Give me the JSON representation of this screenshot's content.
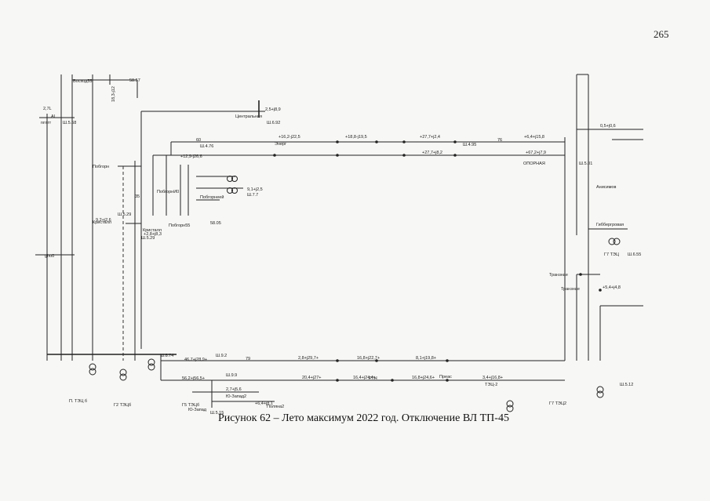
{
  "page_number": "265",
  "caption": "Рисунок 62 – Лето максимум 2022 год. Отключение ВЛ ТП-45",
  "diagram": {
    "nodes": {
      "centralnaya": "Центральная",
      "centralnaya_u": "Ш.6.92",
      "centralnaya_f": "2,5+j8,9",
      "pobornaya": "Побгорн",
      "podgornaya55": "Побгорн55",
      "podgornaya_410": "ПобгорнИ0",
      "podgornaya_new": "Побгорнеей",
      "kristall": "Кристалл",
      "kristall2": "Кристалл",
      "opornaya": "ОПОРНАЯ",
      "tranzit": "Транзнае",
      "tranzit2": "Транзнае",
      "ges": "Гиббергровая",
      "pl_tec": "П. ТЭЦ б",
      "g2_tec": "Г2 ТЭЦб",
      "g5_tec": "Г5 ТЭЦб",
      "g7_tec": "Г7 ТЭЦ2",
      "g7_tec_r": "Г7 ТЭЦ",
      "tec2": "ТЭЦ-2",
      "preas": "Преас",
      "rtn": "РТН",
      "ozero": "Ю-Запад2",
      "ozero2": "Ю-Запад",
      "polyan": "Полянa2",
      "energ": "Энерг",
      "ansimov": "Анисимов"
    },
    "labels": {
      "top_left_1": "Восход55",
      "top_left_2": "58.57",
      "top_left_3": "18,3-j12",
      "u1": "Ш.4.76",
      "u2": "Ш.5.29",
      "u3": "Ш.5.29",
      "u4": "Ш.4.95",
      "u5": "Ш.5.01",
      "u6": "Ш.8.74",
      "u7": "Ш.9.2",
      "u8": "Ш.9.9",
      "u9": "Ш.5.15",
      "u10": "Ш.5.12",
      "u11": "Ш.6.55",
      "u12": "58.05",
      "u13": "Ш.7.7",
      "f1": "+16,2-j22,5",
      "f2": "+18,8-j19,5",
      "f3": "+27,7+j2,4",
      "f4": "+6,4+j15,8",
      "f5": "+12,9-j26,6",
      "f6": "+27,7+j8,2",
      "f7": "+67,2+j7,9",
      "f8": "9,1+j2,5",
      "f9": "9,2+j2,6",
      "f10": "+2,8+j8,3",
      "f11": "46,7+j28,9+",
      "f12": "56,2+j56,5+",
      "f13": "2,8+j29,7+",
      "f14": "16,8+j22,7+",
      "f15": "8,1+j19,8+",
      "f16": "20,4+j27+",
      "f17": "16,4+j24,4+",
      "f18": "16,8+j24,6+",
      "f19": "3,4+j16,8+",
      "f20": "+5,4+j4,8",
      "f21": "0,5+j0,6",
      "f22": "2,7+j5,6",
      "f23": "+6,4+j8,1",
      "line_60": "60",
      "line_79": "79",
      "line_76": "76",
      "line_35": "35",
      "left_a": "2,7L",
      "left_b": "AL",
      "left_c": "nnтгт",
      "left_d": "gho0",
      "left_e": "Ш.5.68"
    }
  }
}
